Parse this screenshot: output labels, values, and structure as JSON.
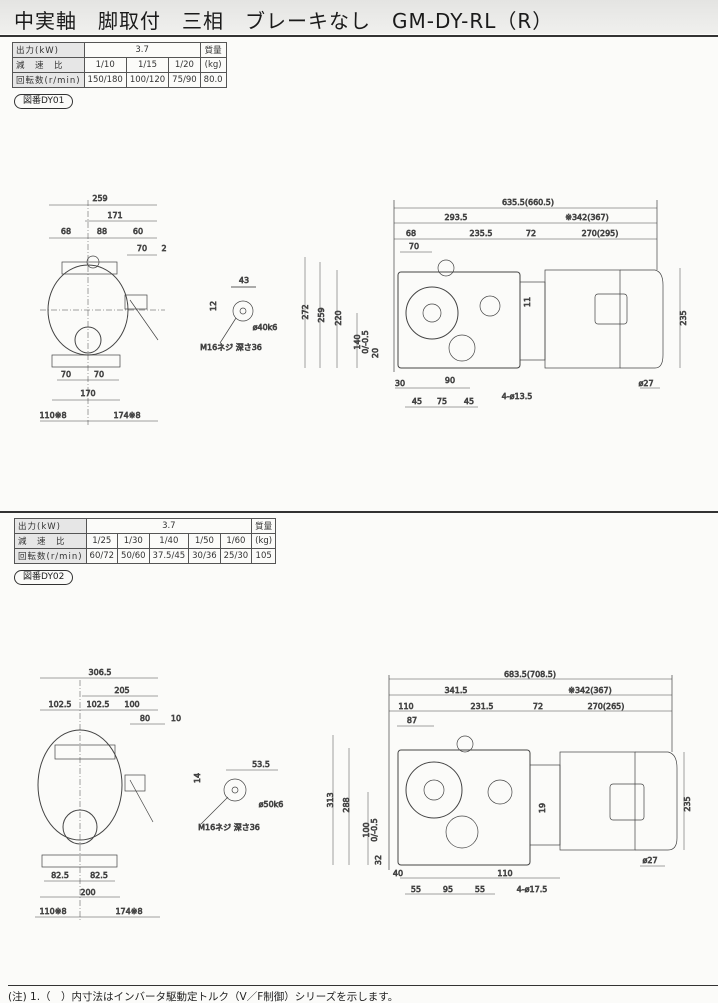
{
  "header": {
    "title": "中実軸　脚取付　三相　ブレーキなし　GM-DY-RL（R）"
  },
  "table1": {
    "output_label": "出力(kW)",
    "output_value": "3.7",
    "mass_label": "質量",
    "mass_unit": "(kg)",
    "ratio_label": "減　速　比",
    "ratios": [
      "1/10",
      "1/15",
      "1/20"
    ],
    "speed_label": "回転数(r/min)",
    "speeds": [
      "150/180",
      "100/120",
      "75/90"
    ],
    "mass": "80.0"
  },
  "drawing1": {
    "badge": "図番DY01",
    "front": {
      "d259": "259",
      "d171": "171",
      "d68": "68",
      "d88": "88",
      "d60": "60",
      "d70": "70",
      "d2": "2",
      "d70a": "70",
      "d70b": "70",
      "d170": "170",
      "d110": "110※8",
      "d174": "174※8"
    },
    "shaft": {
      "d43": "43",
      "d12": "12",
      "dia": "ø40k6",
      "thread": "M16ネジ 深さ36"
    },
    "side": {
      "total": "635.5(660.5)",
      "d293": "293.5",
      "d342": "※342(367)",
      "d68": "68",
      "d235": "235.5",
      "d72": "72",
      "d270": "270(295)",
      "d70": "70",
      "h272": "272",
      "h259": "259",
      "h220": "220",
      "h140": "140",
      "tol": "0/-0.5",
      "h20": "20",
      "d30": "30",
      "d90": "90",
      "d45a": "45",
      "d75": "75",
      "d45b": "45",
      "holes": "4-ø13.5",
      "d27": "ø27",
      "h235": "235",
      "d11": "11"
    }
  },
  "table2": {
    "output_label": "出力(kW)",
    "output_value": "3.7",
    "mass_label": "質量",
    "mass_unit": "(kg)",
    "ratio_label": "減　速　比",
    "ratios": [
      "1/25",
      "1/30",
      "1/40",
      "1/50",
      "1/60"
    ],
    "speed_label": "回転数(r/min)",
    "speeds": [
      "60/72",
      "50/60",
      "37.5/45",
      "30/36",
      "25/30"
    ],
    "mass": "105"
  },
  "drawing2": {
    "badge": "図番DY02",
    "front": {
      "d306": "306.5",
      "d205": "205",
      "d102a": "102.5",
      "d102b": "102.5",
      "d100": "100",
      "d80": "80",
      "d10": "10",
      "d82a": "82.5",
      "d82b": "82.5",
      "d200": "200",
      "d110": "110※8",
      "d174": "174※8"
    },
    "shaft": {
      "d53": "53.5",
      "d14": "14",
      "dia": "ø50k6",
      "thread": "M16ネジ 深さ36"
    },
    "side": {
      "total": "683.5(708.5)",
      "d341": "341.5",
      "d342": "※342(367)",
      "d110": "110",
      "d231": "231.5",
      "d72": "72",
      "d270": "270(265)",
      "d87": "87",
      "h313": "313",
      "h288": "288",
      "h100": "100",
      "tol": "0/-0.5",
      "h32": "32",
      "d19": "19",
      "h235": "235",
      "d40": "40",
      "d110b": "110",
      "d55a": "55",
      "d95": "95",
      "d55b": "55",
      "holes": "4-ø17.5",
      "d27": "ø27"
    }
  },
  "footer": {
    "note": "(注) 1.（　）内寸法はインバータ駆動定トルク（V／F制御）シリーズを示します。"
  }
}
